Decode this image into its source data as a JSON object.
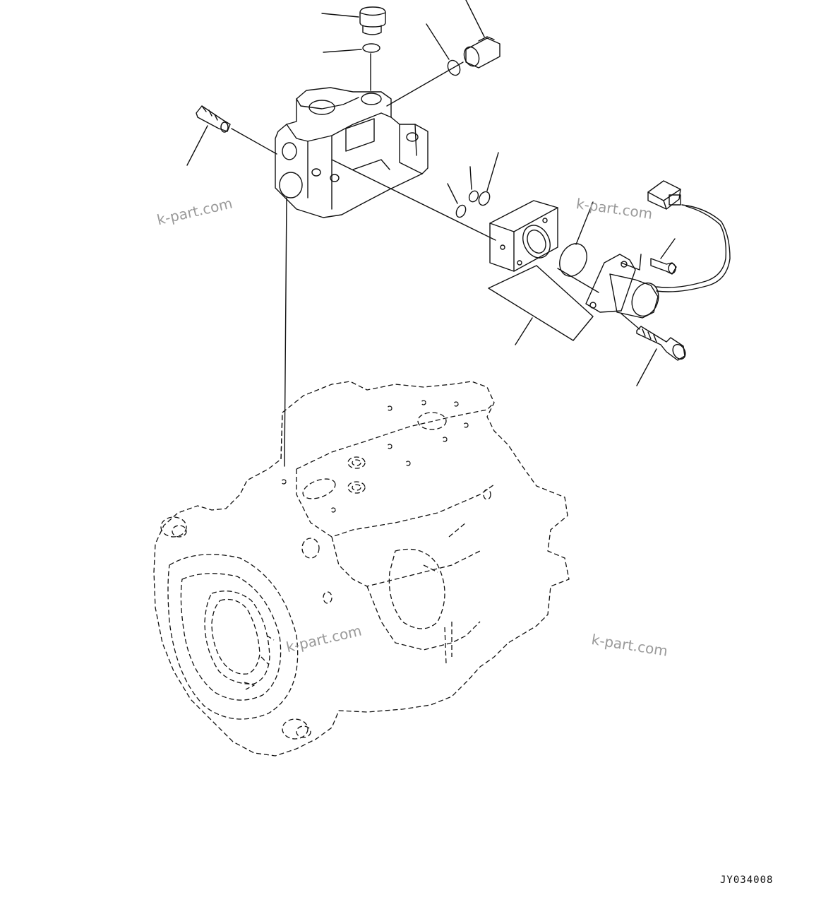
{
  "watermarks": [
    "k-part.com",
    "k-part.com",
    "k-part.com",
    "k-part.com"
  ],
  "drawing_code": "JY034008",
  "colors": {
    "line": "#111111",
    "watermark": "#9a9a9a",
    "background": "#ffffff"
  }
}
